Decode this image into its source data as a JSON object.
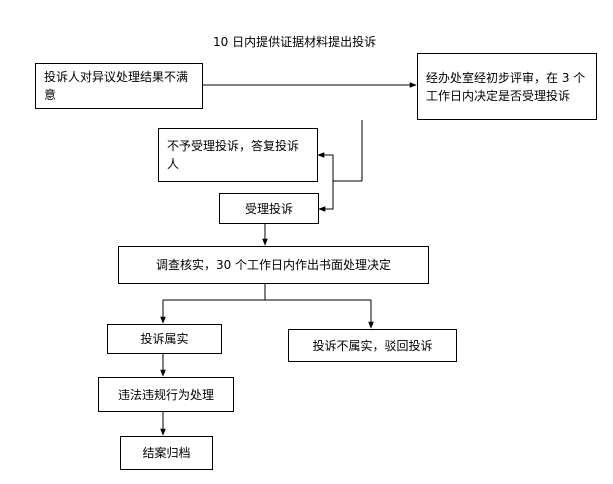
{
  "caption": "10 日内提供证据材料提出投诉",
  "nodes": {
    "complaint": "投诉人对异议处理结果不满意",
    "review": "经办处室经初步评审，在 3 个工作日内决定是否受理投诉",
    "reject_accept": "不予受理投诉，答复投诉人",
    "accept": "受理投诉",
    "investigate": "调查核实，30 个工作日内作出书面处理决定",
    "substantiated": "投诉属实",
    "unsubstantiated": "投诉不属实，驳回投诉",
    "violation": "违法违规行为处理",
    "archive": "结案归档"
  }
}
